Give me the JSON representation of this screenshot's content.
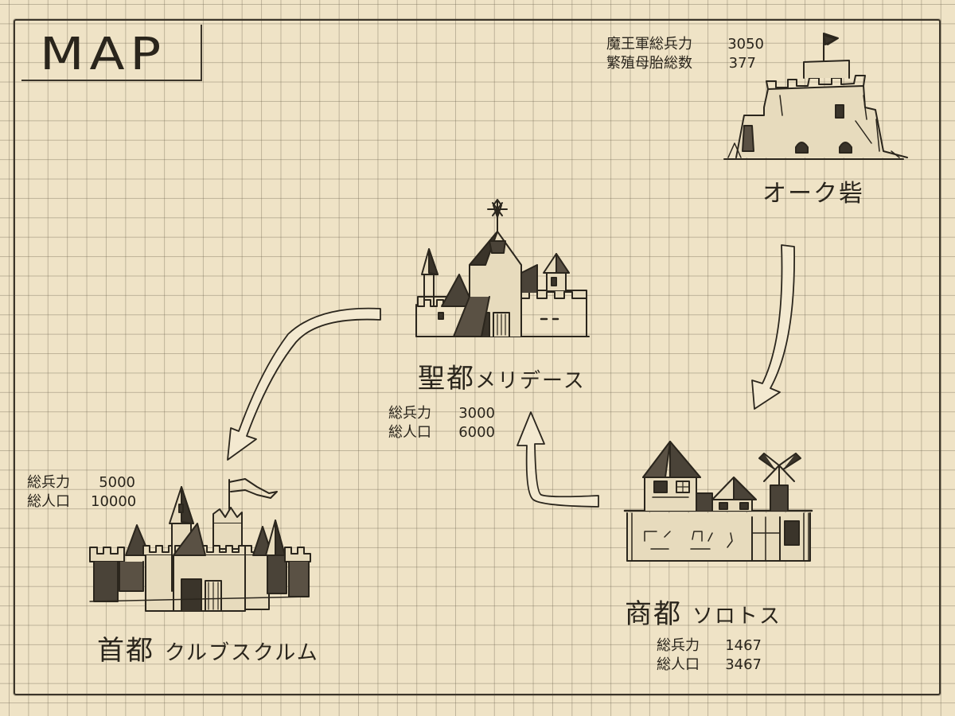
{
  "map": {
    "title": "MAP",
    "demon_army": {
      "troops_label": "魔王軍総兵力",
      "troops_value": "3050",
      "breeding_label": "繁殖母胎総数",
      "breeding_value": "377"
    },
    "cities": [
      {
        "prefix": "聖都",
        "name": "メリデース",
        "troops_label": "総兵力",
        "troops_value": "3000",
        "population_label": "総人口",
        "population_value": "6000"
      },
      {
        "prefix": "首都",
        "name": "クルブスクルム",
        "troops_label": "総兵力",
        "troops_value": "5000",
        "population_label": "総人口",
        "population_value": "10000"
      },
      {
        "prefix": "商都",
        "name": "ソロトス",
        "troops_label": "総兵力",
        "troops_value": "1467",
        "population_label": "総人口",
        "population_value": "3467"
      },
      {
        "name": "オーク砦"
      }
    ]
  },
  "colors": {
    "paper": "#efe3c6",
    "grid": "#8c826c",
    "ink": "#2b261d"
  },
  "icons": [
    "orc-fortress-icon",
    "holy-city-castle-icon",
    "capital-castle-icon",
    "merchant-town-icon",
    "route-arrow-icon"
  ]
}
